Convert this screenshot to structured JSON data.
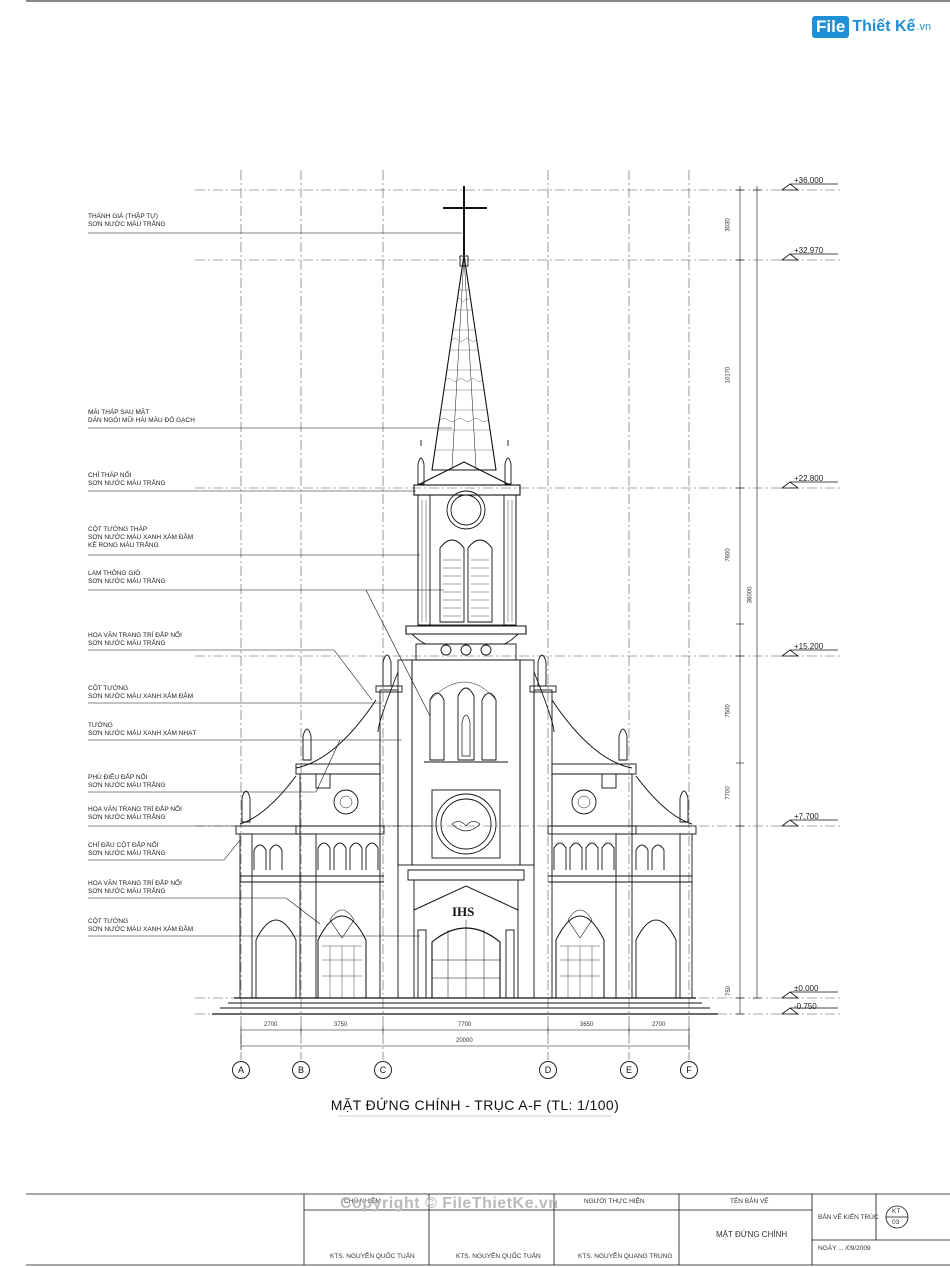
{
  "logo": {
    "box": "File",
    "text": "Thiết Kế",
    "domain": ".vn"
  },
  "drawing_title": "MẶT ĐỨNG CHÍNH - TRỤC A-F (TL: 1/100)",
  "levels": [
    "+36.000",
    "+32.970",
    "+22.800",
    "+15.200",
    "+7.700",
    "±0.000",
    "-0.750"
  ],
  "notes": [
    {
      "l1": "THÁNH GIÁ (THẬP TỰ)",
      "l2": "SƠN NƯỚC MÀU TRẮNG"
    },
    {
      "l1": "MÁI THÁP SAU MẶT",
      "l2": "DÁN NGÓI MŨI HÀI MÀU ĐỎ GẠCH"
    },
    {
      "l1": "CHỈ THÁP NỔI",
      "l2": "SƠN NƯỚC MÀU TRẮNG"
    },
    {
      "l1": "CỘT TƯỜNG THÁP",
      "l2": "SƠN NƯỚC MÀU XANH XÁM ĐẬM",
      "l3": "KẺ RONG MÀU TRẮNG"
    },
    {
      "l1": "LAM THÔNG GIÓ",
      "l2": "SƠN NƯỚC MÀU TRẮNG"
    },
    {
      "l1": "HOA VĂN TRANG TRÍ ĐẮP NỔI",
      "l2": "SƠN NƯỚC MÀU TRẮNG"
    },
    {
      "l1": "CỘT TƯỜNG",
      "l2": "SƠN NƯỚC MÀU XANH XÁM ĐẬM"
    },
    {
      "l1": "TƯỜNG",
      "l2": "SƠN NƯỚC MÀU XANH XÁM NHẠT"
    },
    {
      "l1": "PHÙ ĐIÊU ĐẮP NỔI",
      "l2": "SƠN NƯỚC MÀU TRẮNG"
    },
    {
      "l1": "HOA VĂN TRANG TRÍ ĐẮP NỔI",
      "l2": "SƠN NƯỚC MÀU TRẮNG"
    },
    {
      "l1": "CHỈ ĐẦU CỘT ĐẮP NỔI",
      "l2": "SƠN NƯỚC MÀU TRẮNG"
    },
    {
      "l1": "HOA VĂN TRANG TRÍ ĐẮP NỔI",
      "l2": "SƠN NƯỚC MÀU TRẮNG"
    },
    {
      "l1": "CỘT TƯỜNG",
      "l2": "SƠN NƯỚC MÀU XANH XÁM ĐẬM"
    }
  ],
  "axes": [
    "A",
    "B",
    "C",
    "D",
    "E",
    "F"
  ],
  "bay_dims": [
    "2700",
    "3750",
    "7700",
    "3650",
    "2700"
  ],
  "total_dim": "20000",
  "vert_dims": [
    "3030",
    "10170",
    "7600",
    "7500",
    "7700",
    "750"
  ],
  "overall_vert": "36000",
  "monogram": "IHS",
  "title_block": {
    "c1": "CHỦ NHIỆM",
    "c1_name": "KTS. NGUYỄN QUỐC TUẤN",
    "c2_name": "KTS. NGUYỄN QUỐC TUẤN",
    "c3": "NGƯỜI THỰC HIỆN",
    "c3_name": "KTS. NGUYỄN QUANG TRUNG",
    "c4": "TÊN BẢN VẼ",
    "c4_val": "MẶT ĐỨNG CHÍNH",
    "c5": "BẢN VẼ KIẾN TRÚC",
    "date": "NGÀY ... /09/2009",
    "sheet": "KT",
    "sheet_no": "03"
  },
  "copyright": "Copyright © FileThietKe.vn"
}
